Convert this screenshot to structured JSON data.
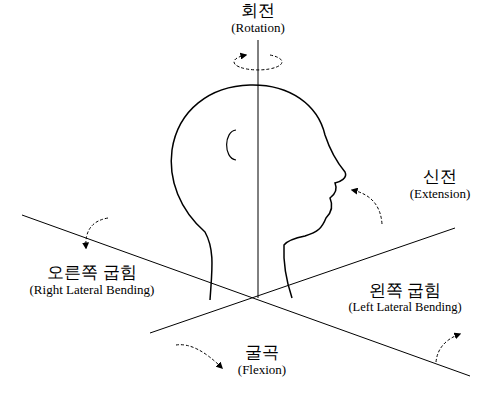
{
  "diagram": {
    "labels": [
      "회전",
      "(Rotation)",
      "신전",
      "(Extension)",
      "오른쪽 굽힘",
      "(Right Lateral Bending)",
      "왼쪽 굽힘",
      "(Left Lateral Bending)",
      "굴곡",
      "(Flexion)"
    ]
  }
}
